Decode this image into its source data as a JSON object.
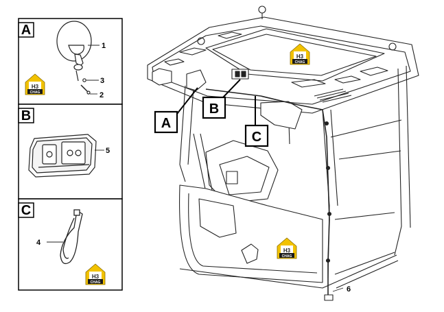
{
  "panels": [
    {
      "letter": "A",
      "part_numbers": [
        "1",
        "3",
        "2"
      ]
    },
    {
      "letter": "B",
      "part_numbers": [
        "5"
      ]
    },
    {
      "letter": "C",
      "part_numbers": [
        "4"
      ]
    }
  ],
  "callouts": [
    "A",
    "B",
    "C"
  ],
  "main_part_number": "6",
  "logo": {
    "text_top": "H3",
    "text_bottom": "CHAG",
    "color": "#f2c200"
  },
  "colors": {
    "line": "#222222",
    "frame": "#000000",
    "fill": "#ffffff"
  }
}
